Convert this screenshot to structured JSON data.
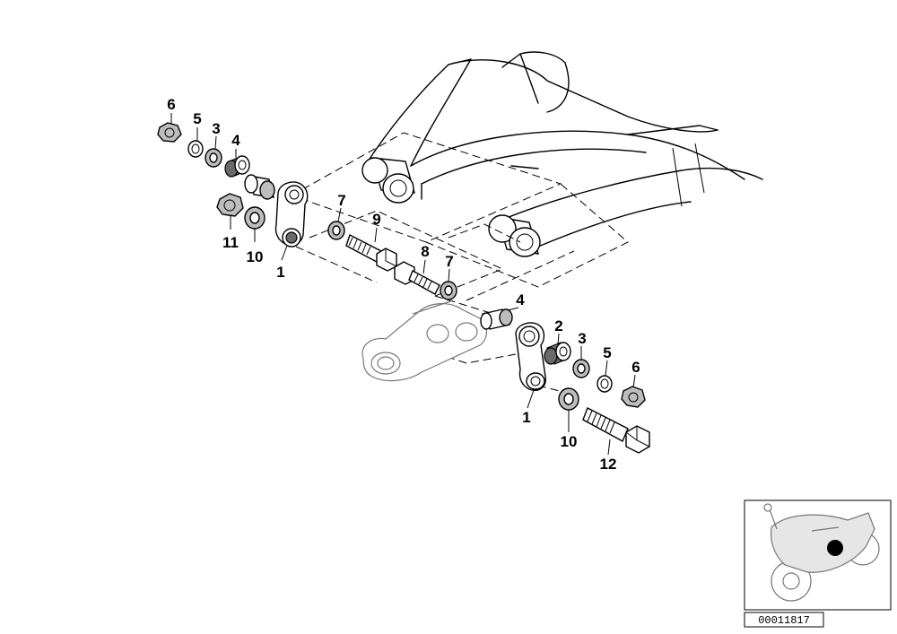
{
  "diagram": {
    "reference_number": "00011817",
    "callouts": [
      {
        "id": "c6a",
        "label": "6"
      },
      {
        "id": "c5a",
        "label": "5"
      },
      {
        "id": "c3a",
        "label": "3"
      },
      {
        "id": "c4a",
        "label": "4"
      },
      {
        "id": "c11",
        "label": "11"
      },
      {
        "id": "c10a",
        "label": "10"
      },
      {
        "id": "c1a",
        "label": "1"
      },
      {
        "id": "c7a",
        "label": "7"
      },
      {
        "id": "c9",
        "label": "9"
      },
      {
        "id": "c8",
        "label": "8"
      },
      {
        "id": "c7b",
        "label": "7"
      },
      {
        "id": "c4b",
        "label": "4"
      },
      {
        "id": "c2",
        "label": "2"
      },
      {
        "id": "c3b",
        "label": "3"
      },
      {
        "id": "c5b",
        "label": "5"
      },
      {
        "id": "c6b",
        "label": "6"
      },
      {
        "id": "c1b",
        "label": "1"
      },
      {
        "id": "c10b",
        "label": "10"
      },
      {
        "id": "c12",
        "label": "12"
      }
    ]
  }
}
